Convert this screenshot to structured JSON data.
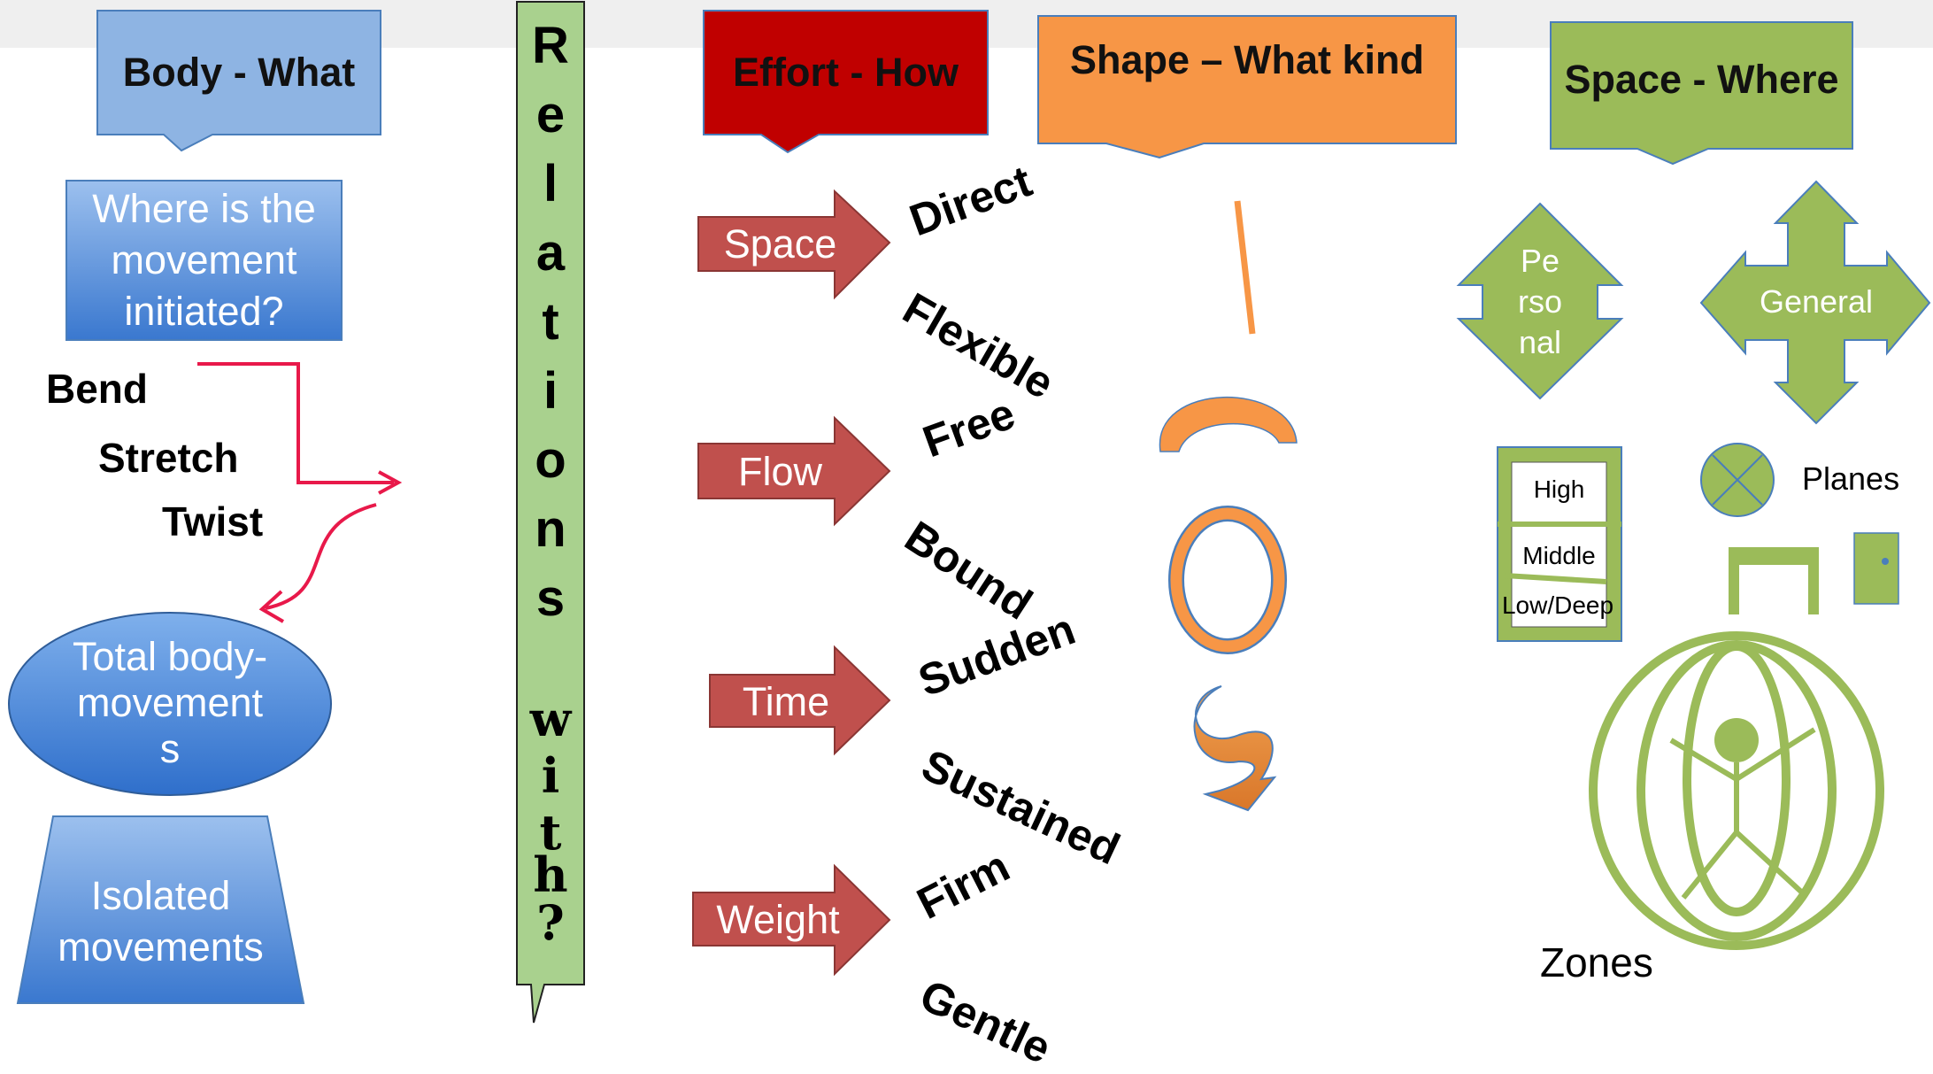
{
  "headers": {
    "body": "Body - What",
    "effort": "Effort - How",
    "shape": "Shape – What kind",
    "space": "Space - Where"
  },
  "body_section": {
    "question": "Where is the movement initiated?",
    "actions": [
      "Bend",
      "Stretch",
      "Twist"
    ],
    "total": "Total body-movement s",
    "isolated": "Isolated movements"
  },
  "relations": {
    "word1": [
      "R",
      "e",
      "l",
      "a",
      "t",
      "i",
      "o",
      "n",
      "s"
    ],
    "word2": [
      "w",
      "i",
      "t",
      "h",
      "?"
    ]
  },
  "effort_section": {
    "factors": [
      {
        "name": "Space",
        "poles": [
          "Direct",
          "Flexible"
        ]
      },
      {
        "name": "Flow",
        "poles": [
          "Free",
          "Bound"
        ]
      },
      {
        "name": "Time",
        "poles": [
          "Sudden",
          "Sustained"
        ]
      },
      {
        "name": "Weight",
        "poles": [
          "Firm",
          "Gentle"
        ]
      }
    ]
  },
  "space_section": {
    "personal_lines": [
      "Pe",
      "rso",
      "nal"
    ],
    "general": "General",
    "levels": [
      "High",
      "Middle",
      "Low/Deep"
    ],
    "planes": "Planes",
    "zones": "Zones"
  },
  "colors": {
    "body_header": "#8eb4e3",
    "blue_shape": "#4f87d0",
    "relations_green": "#a9d18e",
    "effort_red": "#c00000",
    "effort_arrow": "#c0504d",
    "shape_orange": "#f79646",
    "space_green": "#9bbb59",
    "connector_pink": "#e8194a"
  }
}
